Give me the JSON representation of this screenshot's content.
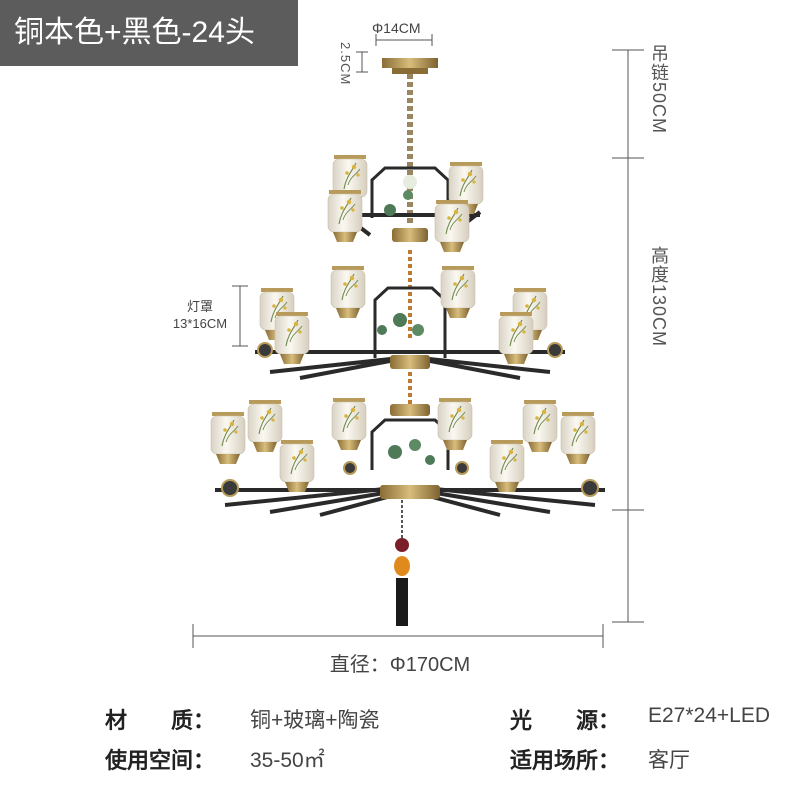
{
  "badge": {
    "title": "铜本色+黑色-24头"
  },
  "dimensions": {
    "canopy_diameter": "Φ14CM",
    "canopy_height": "2.5CM",
    "chain_length": "吊链50CM",
    "height": "高度130CM",
    "shade_label": "灯罩",
    "shade_size": "13*16CM",
    "diameter": "直径：Φ170CM"
  },
  "specs": {
    "material_label": "材　　质：",
    "material_value": "铜+玻璃+陶瓷",
    "light_label": "光　　源：",
    "light_value": "E27*24+LED",
    "space_label": "使用空间：",
    "space_value": "35-50㎡",
    "place_label": "适用场所：",
    "place_value": "客厅"
  },
  "colors": {
    "badge_bg": "#5c5c5c",
    "brass": "#b89a5a",
    "black_metal": "#2a2a2a",
    "shade": "#f3efe6"
  }
}
